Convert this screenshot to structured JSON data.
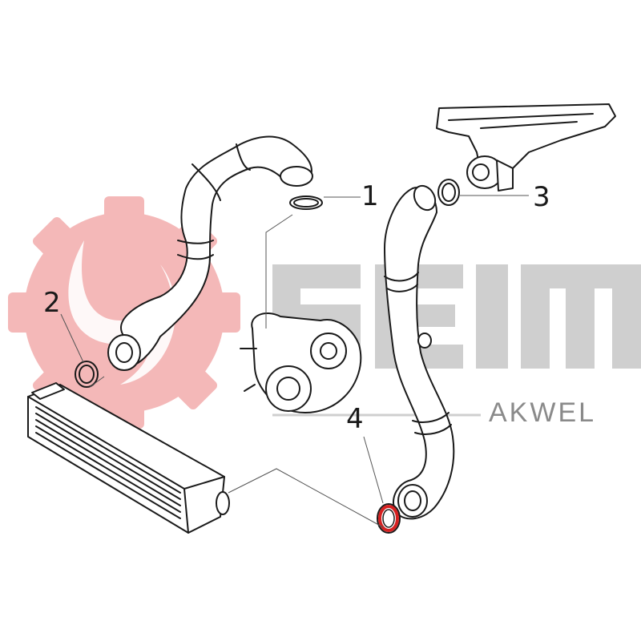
{
  "callouts": [
    {
      "id": "1",
      "label": "1"
    },
    {
      "id": "2",
      "label": "2"
    },
    {
      "id": "3",
      "label": "3"
    },
    {
      "id": "4",
      "label": "4"
    }
  ],
  "watermark": {
    "brand": "SEIM",
    "sub_brand": "AKWEL",
    "gear_color": "#f4b8b8",
    "text_color": "#cfcfcf",
    "sub_color": "#8a8a8a"
  },
  "colors": {
    "line": "#1a1a1a",
    "highlight_ring": "#d62020",
    "part_fill": "#ffffff"
  }
}
